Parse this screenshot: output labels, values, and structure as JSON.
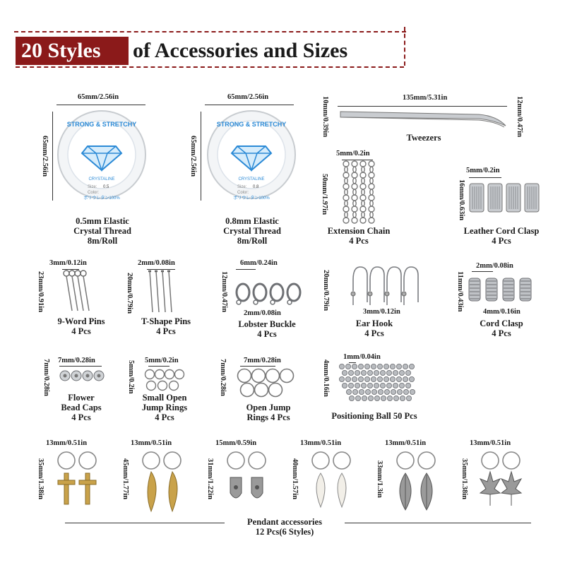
{
  "header": {
    "highlight": "20 Styles",
    "rest": "of Accessories and Sizes"
  },
  "colors": {
    "accent": "#8b1a1a",
    "metal": "#9a9a9a",
    "gold": "#c9a24a"
  },
  "items": {
    "thread05": {
      "l1": "0.5mm Elastic",
      "l2": "Crystal Thread",
      "l3": "8m/Roll",
      "w": "65mm/2.56in",
      "h": "65mm/2.56in",
      "spool_text": "STRONG & STRETCHY",
      "brand": "CRYSTALINE",
      "size_label": "Size:",
      "size": "0.5",
      "color_label": "Color:",
      "jp": "ポリウレタン100%"
    },
    "thread08": {
      "l1": "0.8mm Elastic",
      "l2": "Crystal Thread",
      "l3": "8m/Roll",
      "w": "65mm/2.56in",
      "h": "65mm/2.56in",
      "spool_text": "STRONG & STRETCHY",
      "brand": "CRYSTALINE",
      "size_label": "Size:",
      "size": "0.8",
      "color_label": "Color:",
      "jp": "ポリウレタン100%"
    },
    "tweezers": {
      "l1": "Tweezers",
      "w": "135mm/5.31in",
      "h1": "10mm/0.39in",
      "h2": "12mm/0.47in"
    },
    "chain": {
      "l1": "Extension Chain",
      "l2": "4 Pcs",
      "w": "5mm/0.2in",
      "h": "50mm/1.97in"
    },
    "leather": {
      "l1": "Leather Cord Clasp",
      "l2": "4 Pcs",
      "w": "5mm/0.2in",
      "h": "16mm/0.63in"
    },
    "ninepin": {
      "l1": "9-Word Pins",
      "l2": "4 Pcs",
      "w": "3mm/0.12in",
      "h": "23mm/0.91in"
    },
    "tpin": {
      "l1": "T-Shape Pins",
      "l2": "4 Pcs",
      "w": "2mm/0.08in",
      "h": "20mm/0.79in"
    },
    "lobster": {
      "l1": "Lobster Buckle",
      "l2": "4 Pcs",
      "w": "6mm/0.24in",
      "h": "12mm/0.47in",
      "w2": "2mm/0.08in"
    },
    "earhook": {
      "l1": "Ear Hook",
      "l2": "4 Pcs",
      "w": "3mm/0.12in",
      "h": "20mm/0.79in"
    },
    "cordclasp": {
      "l1": "Cord Clasp",
      "l2": "4 Pcs",
      "w": "2mm/0.08in",
      "h": "11mm/0.43in",
      "w2": "4mm/0.16in"
    },
    "flower": {
      "l1": "Flower",
      "l2": "Bead Caps",
      "l3": "4 Pcs",
      "w": "7mm/0.28in",
      "h": "7mm/0.28in"
    },
    "smallring": {
      "l1": "Small Open",
      "l2": "Jump Rings",
      "l3": "4 Pcs",
      "w": "5mm/0.2in",
      "h": "5mm/0.2in"
    },
    "openring": {
      "l1": "Open Jump",
      "l2": "Rings 4 Pcs",
      "w": "7mm/0.28in",
      "h": "7mm/0.28in"
    },
    "ball": {
      "l1": "Positioning Ball 50 Pcs",
      "w": "1mm/0.04in",
      "h": "4mm/0.16in"
    },
    "pendant": {
      "l1": "Pendant accessories",
      "l2": "12 Pcs(6 Styles)",
      "styles": [
        {
          "w": "13mm/0.51in",
          "h": "35mm/1.38in"
        },
        {
          "w": "13mm/0.51in",
          "h": "45mm/1.77in"
        },
        {
          "w": "15mm/0.59in",
          "h": "31mm/1.22in"
        },
        {
          "w": "13mm/0.51in",
          "h": "40mm/1.57in"
        },
        {
          "w": "13mm/0.51in",
          "h": "33mm/1.3in"
        },
        {
          "w": "13mm/0.51in",
          "h": "35mm/1.38in"
        }
      ]
    }
  }
}
